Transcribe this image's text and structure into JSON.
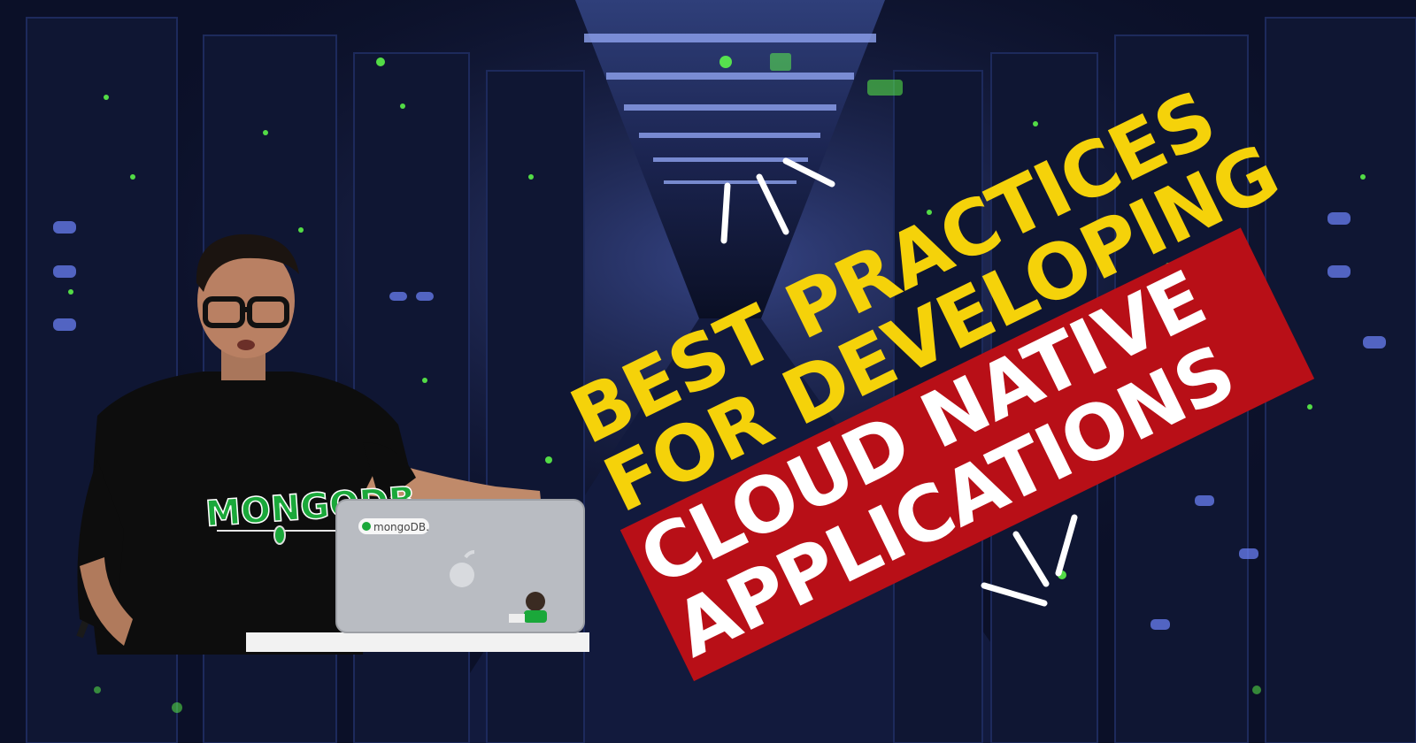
{
  "colors": {
    "background": "#0b1028",
    "headline_yellow": "#f5d20a",
    "headline_red_band": "#b80f17",
    "headline_white": "#ffffff",
    "led_green": "#5fff4a",
    "led_blue": "#6f86ff"
  },
  "headline": {
    "line1": "BEST PRACTICES",
    "line2": "FOR DEVELOPING",
    "line3": "CLOUD NATIVE",
    "line4": "APPLICATIONS"
  },
  "shirt_text": "MONGODB",
  "laptop_logo_text": "mongoDB.",
  "icons": {
    "background": "server-room-image",
    "speaker": "speaker-photo",
    "laptop": "laptop-icon",
    "accent_marks": "burst-marks-icon"
  }
}
